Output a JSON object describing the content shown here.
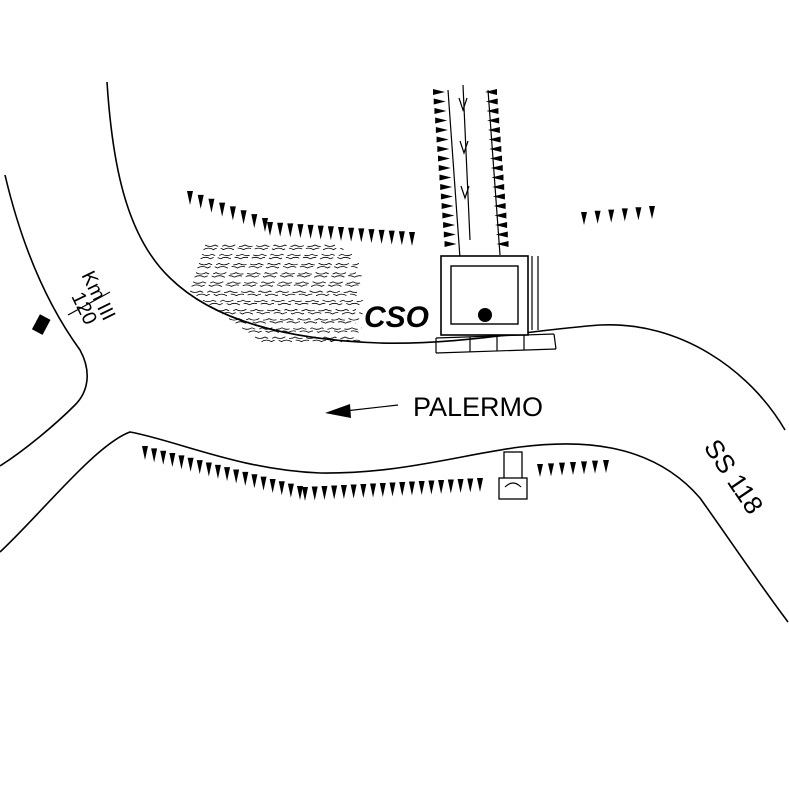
{
  "map": {
    "labels": {
      "station": "CSO",
      "direction": "PALERMO",
      "road": "SS 118",
      "km_top": "Km III",
      "km_bottom": "120"
    },
    "colors": {
      "ink": "#000000",
      "paper": "#ffffff"
    },
    "icons": [
      "arrow-left-icon",
      "km-marker-icon",
      "station-dot-icon",
      "slope-hatch-icon",
      "vegetation-icon",
      "flow-arrow-icon"
    ]
  }
}
